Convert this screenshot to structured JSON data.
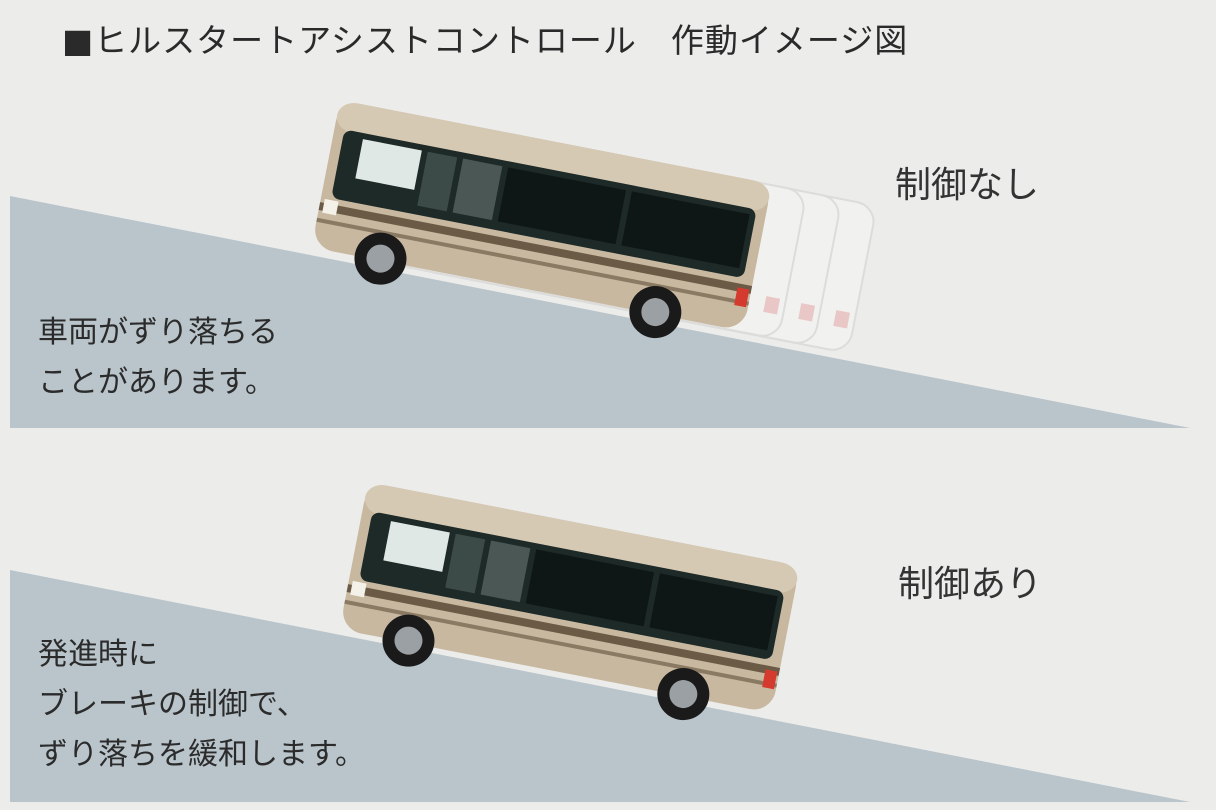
{
  "title": "■ヒルスタートアシストコントロール　作動イメージ図",
  "panels": [
    {
      "state_label": "制御なし",
      "caption_lines": [
        "車両がずり落ちる",
        "ことがあります。"
      ]
    },
    {
      "state_label": "制御あり",
      "caption_lines": [
        "発進時に",
        "ブレーキの制御で、",
        "ずり落ちを緩和します。"
      ]
    }
  ],
  "colors": {
    "background": "#ececeb",
    "slope": "#b9c5cb",
    "bus_body": "#c8b8a0",
    "bus_stripe": "#6b5a45",
    "window": "#1d2a28"
  }
}
